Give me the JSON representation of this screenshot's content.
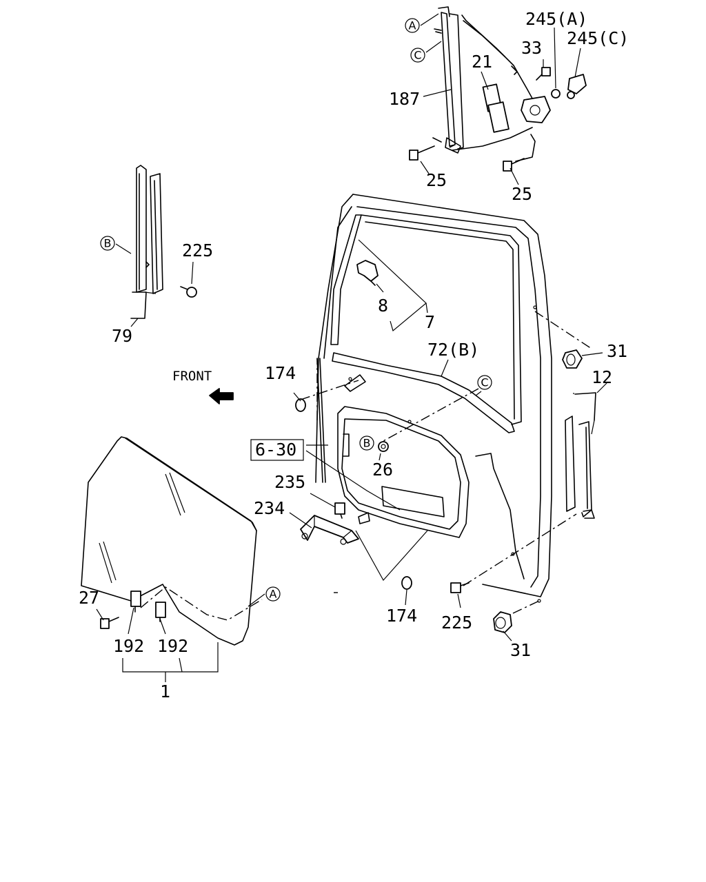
{
  "front_label": "FRONT",
  "refs": {
    "A": "A",
    "B": "B",
    "C": "C"
  },
  "parts": {
    "p245A": "245(A)",
    "p245C": "245(C)",
    "p33": "33",
    "p21": "21",
    "p187": "187",
    "p25a": "25",
    "p25b": "25",
    "p225a": "225",
    "p225b": "225",
    "p79": "79",
    "p8": "8",
    "p7": "7",
    "p72B": "72(B)",
    "p31a": "31",
    "p31b": "31",
    "p12": "12",
    "p174a": "174",
    "p174b": "174",
    "p6_30": "6-30",
    "p26": "26",
    "p235": "235",
    "p234": "234",
    "p27": "27",
    "p192a": "192",
    "p192b": "192",
    "p1": "1"
  }
}
